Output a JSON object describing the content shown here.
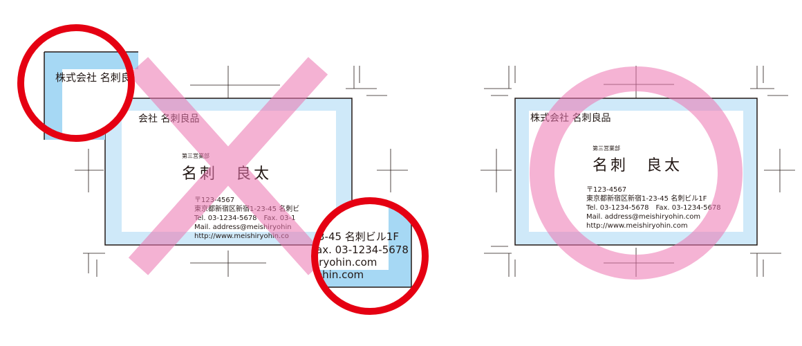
{
  "bad_example": {
    "card": {
      "company": "株式会社 名刺良品",
      "company_cropped": "会社 名刺良品",
      "department": "第三営業部",
      "name": "名刺　良太",
      "postal": "〒123-4567",
      "address": "東京都新宿区新宿1-23-45 名刺ビ",
      "tel": "Tel. 03-1234-5678　Fax. 03-1",
      "mail": "Mail. address@meishiryohin",
      "url": "http://www.meishiryohin.co"
    },
    "zoom_top_left": {
      "text": "株式会社 名刺良"
    },
    "zoom_bottom_right": {
      "line1": "3-45 名刺ビル1F",
      "line2": "ax. 03-1234-5678",
      "line3": "iryohin.com",
      "line4": "ohin.com"
    },
    "verdict_icon": "cross-mark-icon"
  },
  "good_example": {
    "card": {
      "company": "株式会社 名刺良品",
      "department": "第三営業部",
      "name": "名刺　良太",
      "postal": "〒123-4567",
      "address": "東京都新宿区新宿1-23-45 名刺ビル1F",
      "tel": "Tel. 03-1234-5678　Fax. 03-1234-5678",
      "mail": "Mail. address@meishiryohin.com",
      "url": "http://www.meishiryohin.com"
    },
    "verdict_icon": "circle-mark-icon"
  },
  "colors": {
    "bleed_blue": "#a6d8f4",
    "bleed_blue_light": "#cfe9f9",
    "mark_pink": "#ec75b0",
    "callout_red": "#e50012",
    "trim_line": "#231815"
  }
}
